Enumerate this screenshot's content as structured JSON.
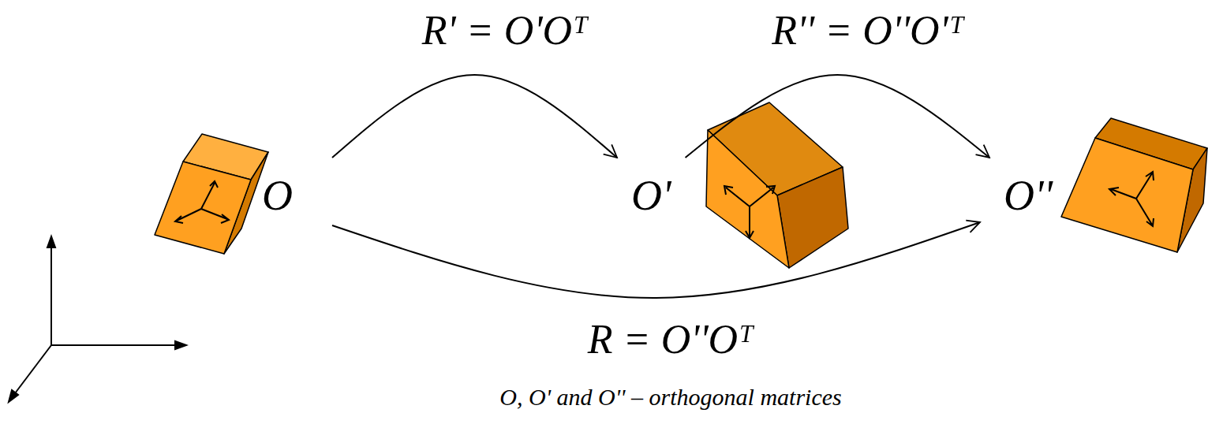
{
  "diagram": {
    "nodes": [
      {
        "text": [
          "O"
        ]
      },
      {
        "text": [
          "O'"
        ]
      },
      {
        "text": [
          "O''"
        ]
      }
    ],
    "edges": [
      {
        "from": 0,
        "to": 1,
        "label": "R' = O'Oᵀ",
        "arrow": "to"
      },
      {
        "from": 1,
        "to": 2,
        "label": "R'' = O''O'ᵀ",
        "arrow": "to"
      },
      {
        "from": 0,
        "to": 2,
        "label": "R = O''Oᵀ",
        "arrow": "to"
      }
    ],
    "labels": [
      "O, O' and O'' – orthogonal matrices"
    ]
  }
}
